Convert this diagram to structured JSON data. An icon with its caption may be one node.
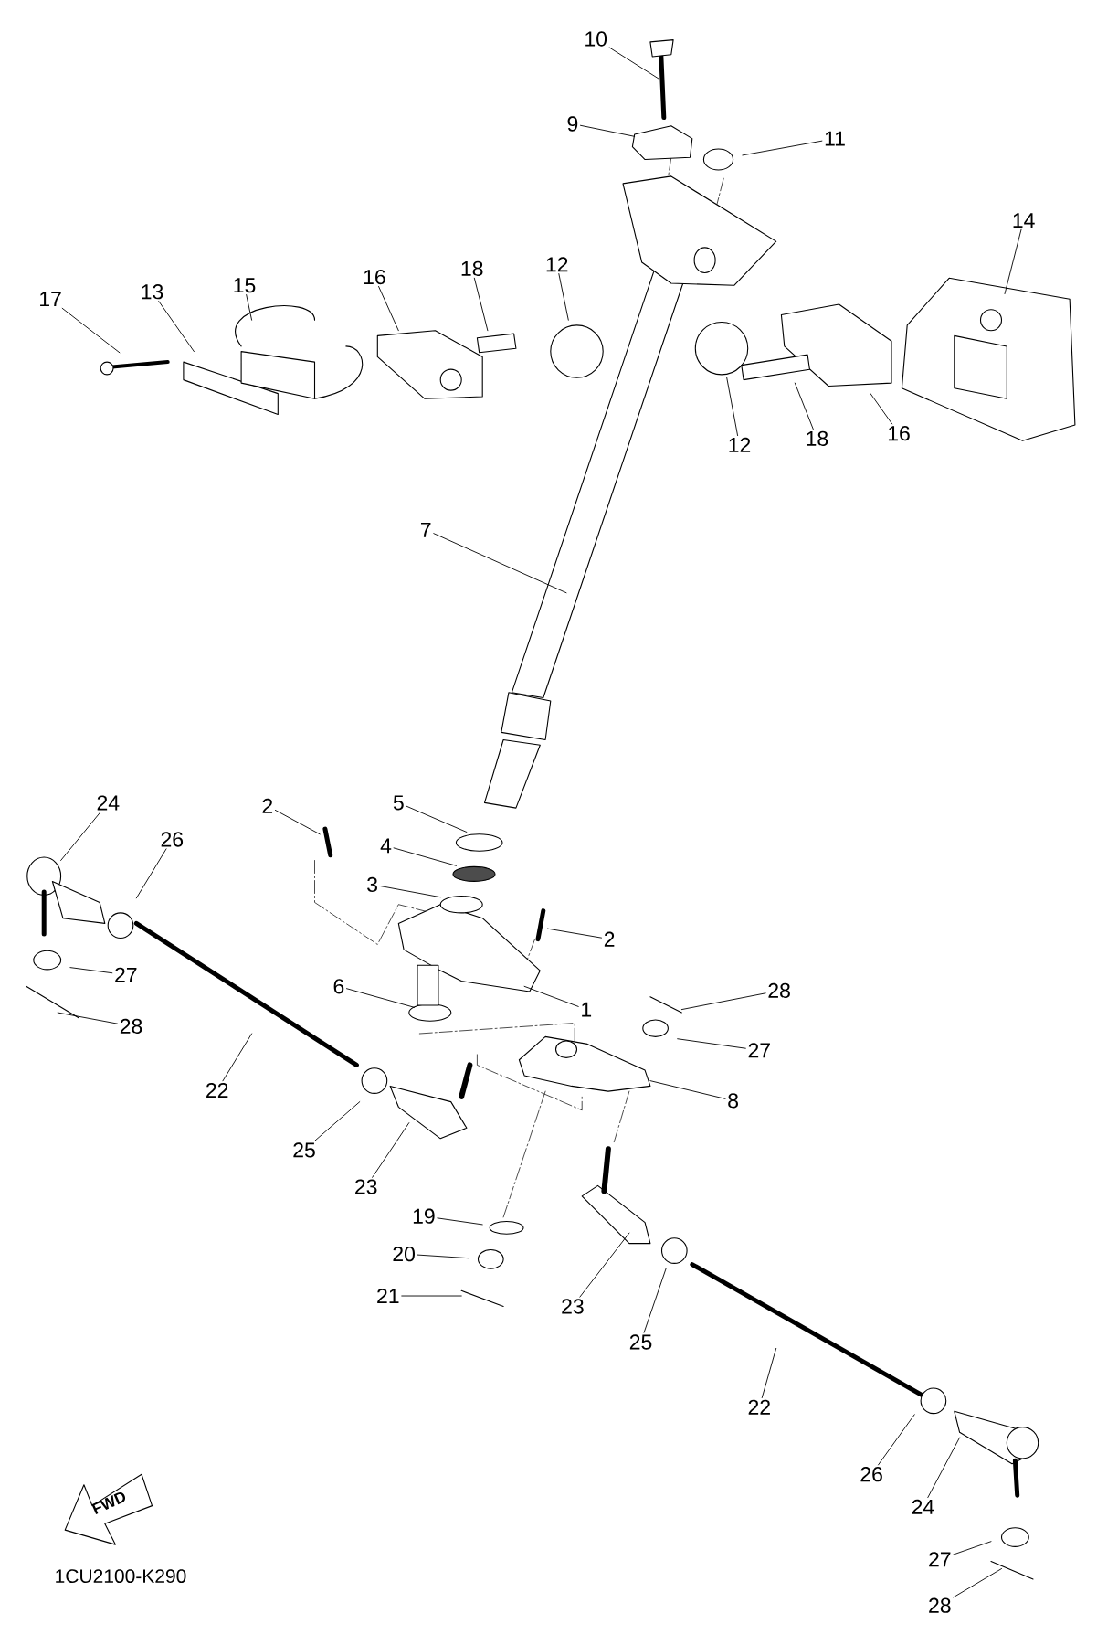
{
  "diagram": {
    "nodes": [
      {
        "text": [
          "10"
        ]
      },
      {
        "text": [
          "9"
        ]
      },
      {
        "text": [
          "11"
        ]
      },
      {
        "text": [
          "14"
        ]
      },
      {
        "text": [
          "17"
        ]
      },
      {
        "text": [
          "13"
        ]
      },
      {
        "text": [
          "15"
        ]
      },
      {
        "text": [
          "16"
        ]
      },
      {
        "text": [
          "18"
        ]
      },
      {
        "text": [
          "12"
        ]
      },
      {
        "text": [
          "12"
        ]
      },
      {
        "text": [
          "18"
        ]
      },
      {
        "text": [
          "16"
        ]
      },
      {
        "text": [
          "7"
        ]
      },
      {
        "text": [
          "24"
        ]
      },
      {
        "text": [
          "26"
        ]
      },
      {
        "text": [
          "2"
        ]
      },
      {
        "text": [
          "5"
        ]
      },
      {
        "text": [
          "4"
        ]
      },
      {
        "text": [
          "3"
        ]
      },
      {
        "text": [
          "2"
        ]
      },
      {
        "text": [
          "6"
        ]
      },
      {
        "text": [
          "1"
        ]
      },
      {
        "text": [
          "28"
        ]
      },
      {
        "text": [
          "27"
        ]
      },
      {
        "text": [
          "27"
        ]
      },
      {
        "text": [
          "28"
        ]
      },
      {
        "text": [
          "22"
        ]
      },
      {
        "text": [
          "8"
        ]
      },
      {
        "text": [
          "25"
        ]
      },
      {
        "text": [
          "23"
        ]
      },
      {
        "text": [
          "19"
        ]
      },
      {
        "text": [
          "20"
        ]
      },
      {
        "text": [
          "21"
        ]
      },
      {
        "text": [
          "23"
        ]
      },
      {
        "text": [
          "25"
        ]
      },
      {
        "text": [
          "22"
        ]
      },
      {
        "text": [
          "26"
        ]
      },
      {
        "text": [
          "24"
        ]
      },
      {
        "text": [
          "27"
        ]
      },
      {
        "text": [
          "28"
        ]
      }
    ],
    "edges": [
      {
        "from": 0,
        "to": null,
        "arrow": "none"
      },
      {
        "from": 1,
        "to": null,
        "arrow": "none"
      },
      {
        "from": 2,
        "to": null,
        "arrow": "none"
      },
      {
        "from": 3,
        "to": null,
        "arrow": "none"
      },
      {
        "from": 4,
        "to": null,
        "arrow": "none"
      },
      {
        "from": 5,
        "to": null,
        "arrow": "none"
      },
      {
        "from": 6,
        "to": null,
        "arrow": "none"
      },
      {
        "from": 7,
        "to": null,
        "arrow": "none"
      },
      {
        "from": 8,
        "to": null,
        "arrow": "none"
      },
      {
        "from": 9,
        "to": null,
        "arrow": "none"
      },
      {
        "from": 10,
        "to": null,
        "arrow": "none"
      },
      {
        "from": 11,
        "to": null,
        "arrow": "none"
      },
      {
        "from": 12,
        "to": null,
        "arrow": "none"
      },
      {
        "from": 13,
        "to": null,
        "arrow": "none"
      },
      {
        "from": 14,
        "to": null,
        "arrow": "none"
      },
      {
        "from": 15,
        "to": null,
        "arrow": "none"
      },
      {
        "from": 16,
        "to": null,
        "arrow": "none"
      },
      {
        "from": 17,
        "to": null,
        "arrow": "none"
      },
      {
        "from": 18,
        "to": null,
        "arrow": "none"
      },
      {
        "from": 19,
        "to": null,
        "arrow": "none"
      },
      {
        "from": 20,
        "to": null,
        "arrow": "none"
      },
      {
        "from": 21,
        "to": null,
        "arrow": "none"
      },
      {
        "from": 22,
        "to": null,
        "arrow": "none"
      },
      {
        "from": 23,
        "to": null,
        "arrow": "none"
      },
      {
        "from": 24,
        "to": null,
        "arrow": "none"
      },
      {
        "from": 25,
        "to": null,
        "arrow": "none"
      },
      {
        "from": 26,
        "to": null,
        "arrow": "none"
      },
      {
        "from": 27,
        "to": null,
        "arrow": "none"
      },
      {
        "from": 28,
        "to": null,
        "arrow": "none"
      },
      {
        "from": 29,
        "to": null,
        "arrow": "none"
      },
      {
        "from": 30,
        "to": null,
        "arrow": "none"
      },
      {
        "from": 31,
        "to": null,
        "arrow": "none"
      },
      {
        "from": 32,
        "to": null,
        "arrow": "none"
      },
      {
        "from": 33,
        "to": null,
        "arrow": "none"
      },
      {
        "from": 34,
        "to": null,
        "arrow": "none"
      },
      {
        "from": 35,
        "to": null,
        "arrow": "none"
      },
      {
        "from": 36,
        "to": null,
        "arrow": "none"
      },
      {
        "from": 37,
        "to": null,
        "arrow": "none"
      },
      {
        "from": 38,
        "to": null,
        "arrow": "none"
      },
      {
        "from": 39,
        "to": null,
        "arrow": "none"
      },
      {
        "from": 40,
        "to": null,
        "arrow": "none"
      }
    ],
    "labels": [
      "FWD",
      "1CU2100-K290"
    ]
  }
}
